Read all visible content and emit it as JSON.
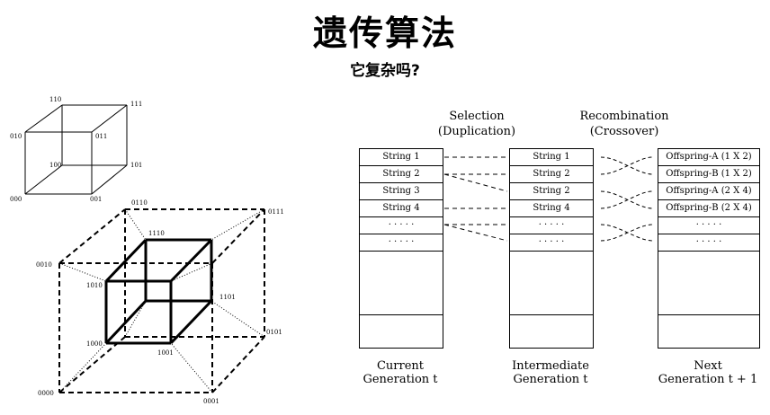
{
  "title": "遗传算法",
  "subtitle": "它复杂吗?",
  "hypercube": {
    "cube3_labels": [
      "000",
      "001",
      "010",
      "011",
      "100",
      "101",
      "110",
      "111"
    ],
    "cube4_labels": [
      "0000",
      "0001",
      "0010",
      "0101",
      "0110",
      "0111",
      "1000",
      "1001",
      "1010",
      "1101",
      "1110"
    ]
  },
  "ga": {
    "selection_header": [
      "Selection",
      "(Duplication)"
    ],
    "recombination_header": [
      "Recombination",
      "(Crossover)"
    ],
    "current": {
      "cells": [
        "String 1",
        "String 2",
        "String 3",
        "String 4",
        "· · · · ·",
        "· · · · ·"
      ],
      "label": [
        "Current",
        "Generation  t"
      ]
    },
    "intermediate": {
      "cells": [
        "String 1",
        "String 2",
        "String 2",
        "String 4",
        "· · · · ·",
        "· · · · ·"
      ],
      "label": [
        "Intermediate",
        "Generation  t"
      ]
    },
    "next": {
      "cells": [
        "Offspring-A (1 X 2)",
        "Offspring-B (1 X 2)",
        "Offspring-A (2 X 4)",
        "Offspring-B (2 X 4)",
        "· · · · ·",
        "· · · · ·"
      ],
      "label": [
        "Next",
        "Generation  t + 1"
      ]
    }
  }
}
